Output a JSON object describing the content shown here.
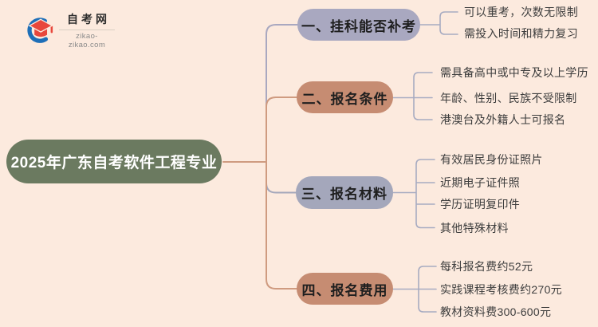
{
  "logo": {
    "site_name": "自考网",
    "site_url": "zikao-zikao.com"
  },
  "root": {
    "label": "2025年广东自考软件工程专业",
    "color": "#6b7a60"
  },
  "branches": [
    {
      "label": "一、挂科能否补考",
      "color": "#a9a8c0",
      "children": [
        "可以重考，次数无限制",
        "需投入时间和精力复习"
      ]
    },
    {
      "label": "二、报名条件",
      "color": "#c68c72",
      "children": [
        "需具备高中或中专及以上学历",
        "年龄、性别、民族不受限制",
        "港澳台及外籍人士可报名"
      ]
    },
    {
      "label": "三、报名材料",
      "color": "#a4a7bb",
      "children": [
        "有效居民身份证照片",
        "近期电子证件照",
        "学历证明复印件",
        "其他特殊材料"
      ]
    },
    {
      "label": "四、报名费用",
      "color": "#c68c72",
      "children": [
        "每科报名费约52元",
        "实践课程考核费约270元",
        "教材资料费300-600元"
      ]
    }
  ],
  "colors": {
    "background": "#fceade",
    "root_text": "#ffffff",
    "branch_text": "#1f1f1f",
    "leaf_text": "#3d3d3d",
    "connector_warm": "#cf9b80",
    "connector_leaf": "#a7abc1",
    "logo_blue": "#1e6fb8",
    "logo_red": "#e8473c"
  }
}
